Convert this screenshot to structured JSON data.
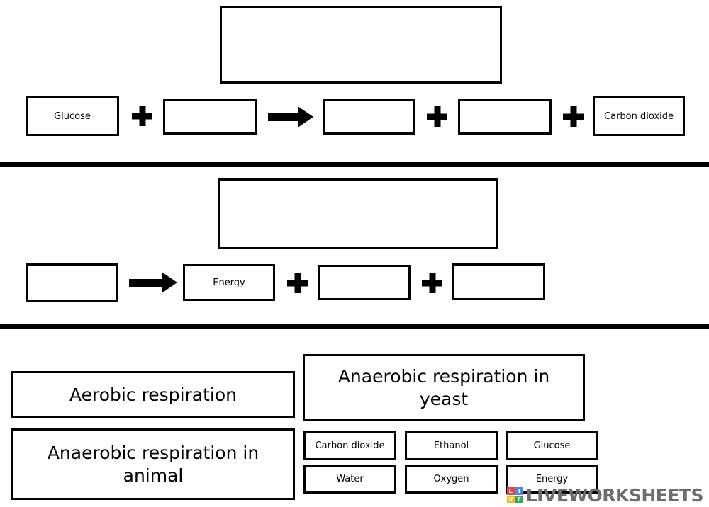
{
  "worksheet": {
    "title_hint": "Respiration equations worksheet",
    "sections": [
      {
        "id": "aerobic",
        "title_box": "",
        "equation": [
          {
            "type": "box",
            "label": "Glucose"
          },
          {
            "type": "plus",
            "label": "+"
          },
          {
            "type": "box",
            "label": ""
          },
          {
            "type": "arrow",
            "label": "→"
          },
          {
            "type": "box",
            "label": ""
          },
          {
            "type": "plus",
            "label": "+"
          },
          {
            "type": "box",
            "label": ""
          },
          {
            "type": "plus",
            "label": "+"
          },
          {
            "type": "box",
            "label": "Carbon dioxide"
          }
        ]
      },
      {
        "id": "anaerobic-yeast",
        "title_box": "",
        "equation": [
          {
            "type": "box",
            "label": ""
          },
          {
            "type": "arrow",
            "label": "→"
          },
          {
            "type": "box",
            "label": "Energy"
          },
          {
            "type": "plus",
            "label": "+"
          },
          {
            "type": "box",
            "label": ""
          },
          {
            "type": "plus",
            "label": "+"
          },
          {
            "type": "box",
            "label": ""
          }
        ]
      }
    ],
    "answer_bank": {
      "headings": [
        "Aerobic respiration",
        "Anaerobic respiration in yeast",
        "Anaerobic respiration in animal"
      ],
      "tiles": [
        "Carbon dioxide",
        "Ethanol",
        "Glucose",
        "Water",
        "Oxygen",
        "Energy"
      ]
    },
    "watermark": {
      "text": "LIVEWORKSHEETS",
      "logo_letters": [
        "L",
        "I",
        "V",
        "E"
      ],
      "colors": {
        "red": "#e8453c",
        "blue": "#4f86ec",
        "yellow": "#f8bb15",
        "green": "#3aa757",
        "text": "#6d6d6d"
      }
    }
  }
}
